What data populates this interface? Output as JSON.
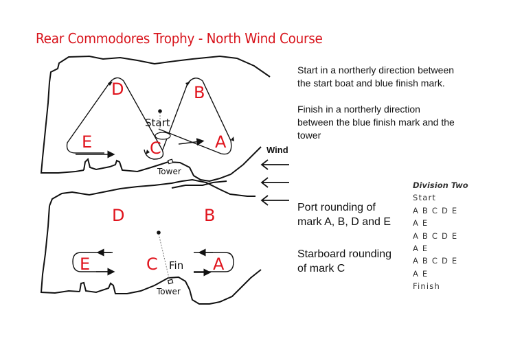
{
  "title": "Rear Commodores Trophy - North Wind Course",
  "top_map": {
    "marks": [
      "D",
      "B",
      "E",
      "C",
      "A"
    ],
    "start_label": "Start",
    "tower_label": "Tower"
  },
  "bottom_map": {
    "marks": [
      "D",
      "B",
      "E",
      "C",
      "A"
    ],
    "finish_label": "Fin",
    "tower_label": "Tower"
  },
  "wind_label": "Wind",
  "instructions": {
    "start_lines": [
      "Start in a northerly direction between",
      "the start boat and blue finish mark."
    ],
    "finish_lines": [
      "Finish in a northerly direction",
      "between the blue finish mark and the",
      "tower"
    ]
  },
  "rounding": {
    "port_lines": [
      "Port rounding of",
      "mark A, B, D and E"
    ],
    "starboard_lines": [
      "Starboard rounding",
      "of mark C"
    ]
  },
  "division": {
    "heading": "Division Two",
    "sequence": [
      "Start",
      "A B C D E",
      "A E",
      "A B C D E",
      "A E",
      "A B C D E",
      "A E",
      "Finish"
    ]
  },
  "colors": {
    "title": "#d8141c",
    "marks": "#e0131c",
    "lines": "#111111"
  }
}
